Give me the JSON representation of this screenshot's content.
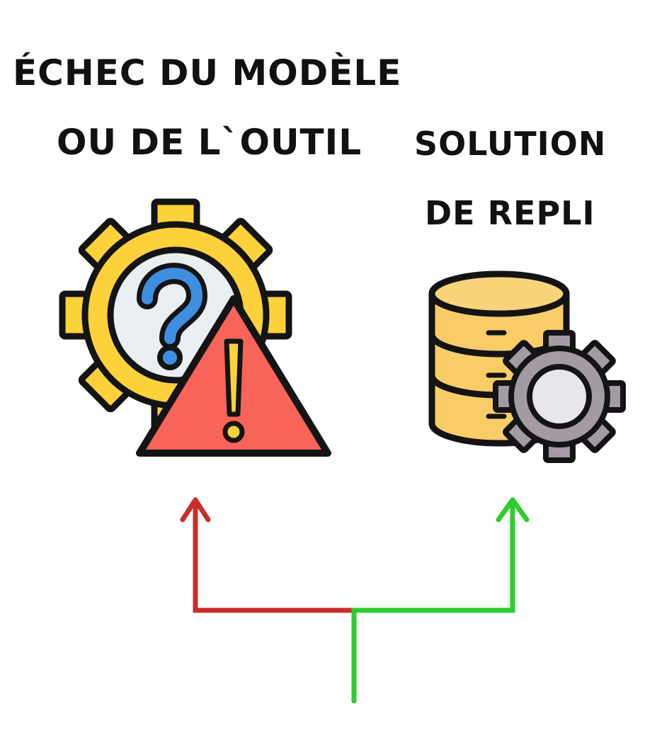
{
  "failure": {
    "title_line1": "ÉCHEC DU MODÈLE",
    "title_line2": "OU DE L`OUTIL",
    "question_mark": "?",
    "exclamation_mark": "!",
    "branch_color": "#cc2b2b"
  },
  "fallback": {
    "title_line1": "SOLUTION",
    "title_line2": "DE REPLI",
    "branch_color": "#2ecc2e"
  },
  "colors": {
    "gear_yellow": "#fcd13a",
    "warning_red": "#f8645a",
    "question_blue": "#3f8fe0",
    "database_gold": "#f8cd68",
    "gear_gray": "#a49aa3",
    "outline": "#141414"
  },
  "icons": [
    "gear-icon",
    "question-mark-icon",
    "warning-triangle-icon",
    "database-icon",
    "small-gear-icon",
    "arrow-up-icon"
  ]
}
